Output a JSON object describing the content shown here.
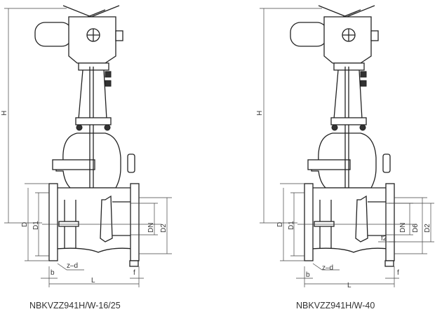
{
  "diagrams": [
    {
      "caption": "NBKVZZ941H/W-16/25",
      "labels": {
        "H": "H",
        "D": "D",
        "D1": "D1",
        "DN": "DN",
        "D2": "D2",
        "zd": "z–d",
        "b": "b",
        "f": "f",
        "L": "L"
      }
    },
    {
      "caption": "NBKVZZ941H/W-40",
      "labels": {
        "H": "H",
        "D": "D",
        "D1": "D1",
        "DN": "DN",
        "D6": "D6",
        "D2": "D2",
        "f2": "f2",
        "zd": "z–d",
        "b": "b",
        "f": "f",
        "L": "L"
      }
    }
  ]
}
